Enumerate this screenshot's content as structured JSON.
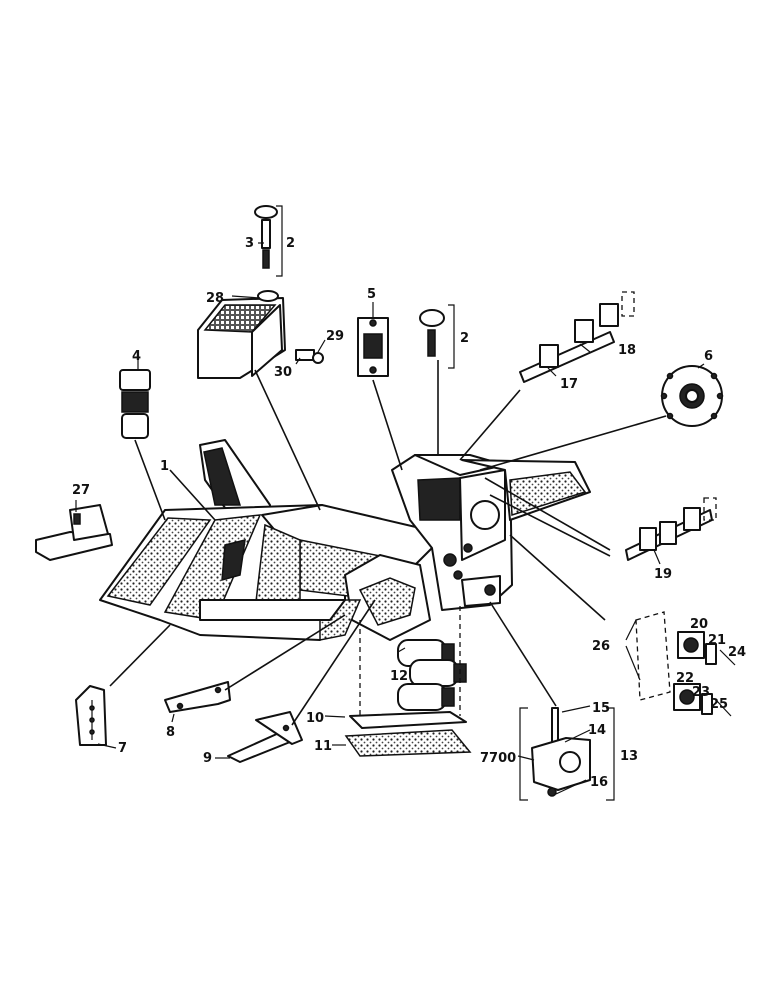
{
  "diagram": {
    "labels": {
      "l1": "1",
      "l2a": "2",
      "l2b": "2",
      "l3": "3",
      "l4": "4",
      "l5": "5",
      "l6": "6",
      "l7": "7",
      "l8": "8",
      "l9": "9",
      "l10": "10",
      "l11": "11",
      "l12": "12",
      "l13": "13",
      "l14": "14",
      "l15": "15",
      "l16": "16",
      "l17": "17",
      "l18": "18",
      "l19": "19",
      "l20": "20",
      "l21": "21",
      "l22": "22",
      "l23": "23",
      "l24": "24",
      "l25": "25",
      "l26": "26",
      "l27": "27",
      "l28": "28",
      "l29": "29",
      "l30": "30",
      "l7700": "7700"
    }
  }
}
